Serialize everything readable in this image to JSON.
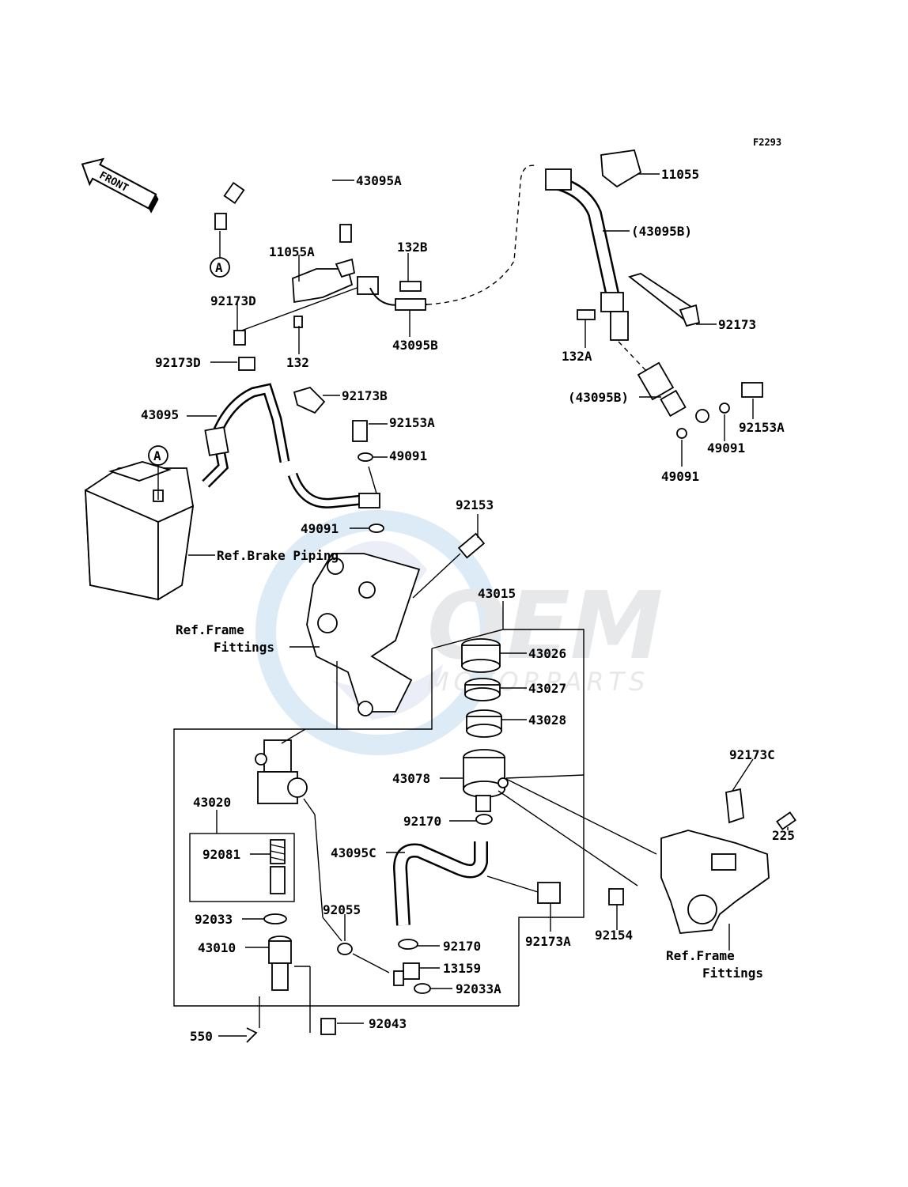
{
  "figure_code": "F2293",
  "front_label": "FRONT",
  "watermark": {
    "brand": "OEM",
    "sub": "MOTORPARTS"
  },
  "ref_circle": "A",
  "labels": {
    "p43095A": "43095A",
    "p11055": "11055",
    "p43095B_paren_top": "(43095B)",
    "p11055A": "11055A",
    "p132B": "132B",
    "p92173D_a": "92173D",
    "p92173D_b": "92173D",
    "p132": "132",
    "p43095B": "43095B",
    "p132A": "132A",
    "p92173": "92173",
    "p43095B_paren_bot": "(43095B)",
    "p92153A_right": "92153A",
    "p49091_right1": "49091",
    "p49091_right2": "49091",
    "p43095": "43095",
    "p92173B": "92173B",
    "p92153A": "92153A",
    "p49091_a": "49091",
    "p49091_b": "49091",
    "p92153": "92153",
    "ref_brake_piping": "Ref.Brake Piping",
    "ref_frame_1": "Ref.Frame",
    "ref_frame_1b": "Fittings",
    "p43015": "43015",
    "p43026": "43026",
    "p43027": "43027",
    "p43028": "43028",
    "p43078": "43078",
    "p92170_a": "92170",
    "p43095C": "43095C",
    "p43020": "43020",
    "p92081": "92081",
    "p92033": "92033",
    "p92055": "92055",
    "p43010": "43010",
    "p92170_b": "92170",
    "p13159": "13159",
    "p92033A": "92033A",
    "p92043": "92043",
    "p550": "550",
    "p92173A": "92173A",
    "p92154": "92154",
    "p92173C": "92173C",
    "p225": "225",
    "ref_frame_2": "Ref.Frame",
    "ref_frame_2b": "Fittings"
  }
}
